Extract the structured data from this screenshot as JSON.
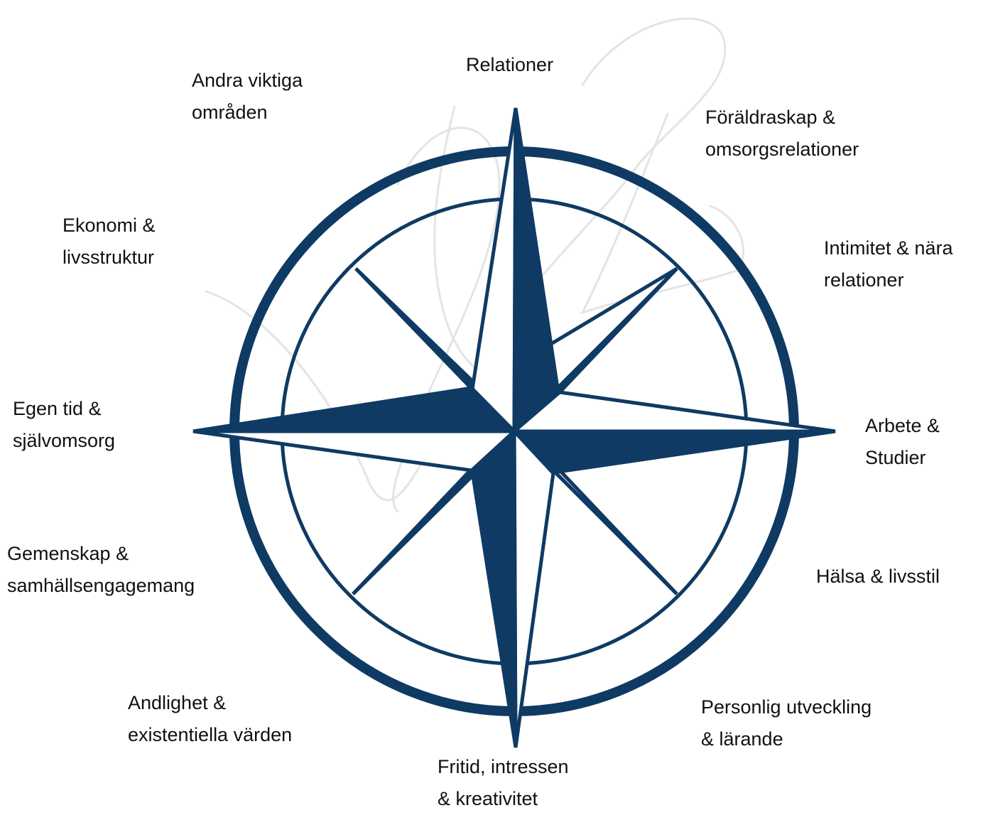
{
  "colors": {
    "compass": "#0f3a63",
    "background": "#ffffff",
    "text": "#111111",
    "watermark": "#e4e4e4"
  },
  "areas": [
    {
      "key": "relationer",
      "lines": [
        "Relationer"
      ]
    },
    {
      "key": "foraldraskap",
      "lines": [
        "Föräldraskap &",
        "omsorgsrelationer"
      ]
    },
    {
      "key": "intimitet",
      "lines": [
        "Intimitet & nära",
        "relationer"
      ]
    },
    {
      "key": "arbete",
      "lines": [
        "Arbete &",
        "Studier"
      ]
    },
    {
      "key": "halsa",
      "lines": [
        "Hälsa & livsstil"
      ]
    },
    {
      "key": "personlig",
      "lines": [
        "Personlig utveckling",
        "& lärande"
      ]
    },
    {
      "key": "fritid",
      "lines": [
        "Fritid, intressen",
        "& kreativitet"
      ]
    },
    {
      "key": "andlighet",
      "lines": [
        "Andlighet &",
        "existentiella värden"
      ]
    },
    {
      "key": "gemenskap",
      "lines": [
        "Gemenskap &",
        "samhällsengagemang"
      ]
    },
    {
      "key": "egentid",
      "lines": [
        "Egen tid &",
        "självomsorg"
      ]
    },
    {
      "key": "ekonomi",
      "lines": [
        "Ekonomi &",
        "livsstruktur"
      ]
    },
    {
      "key": "andra",
      "lines": [
        "Andra viktiga",
        "områden"
      ]
    }
  ]
}
